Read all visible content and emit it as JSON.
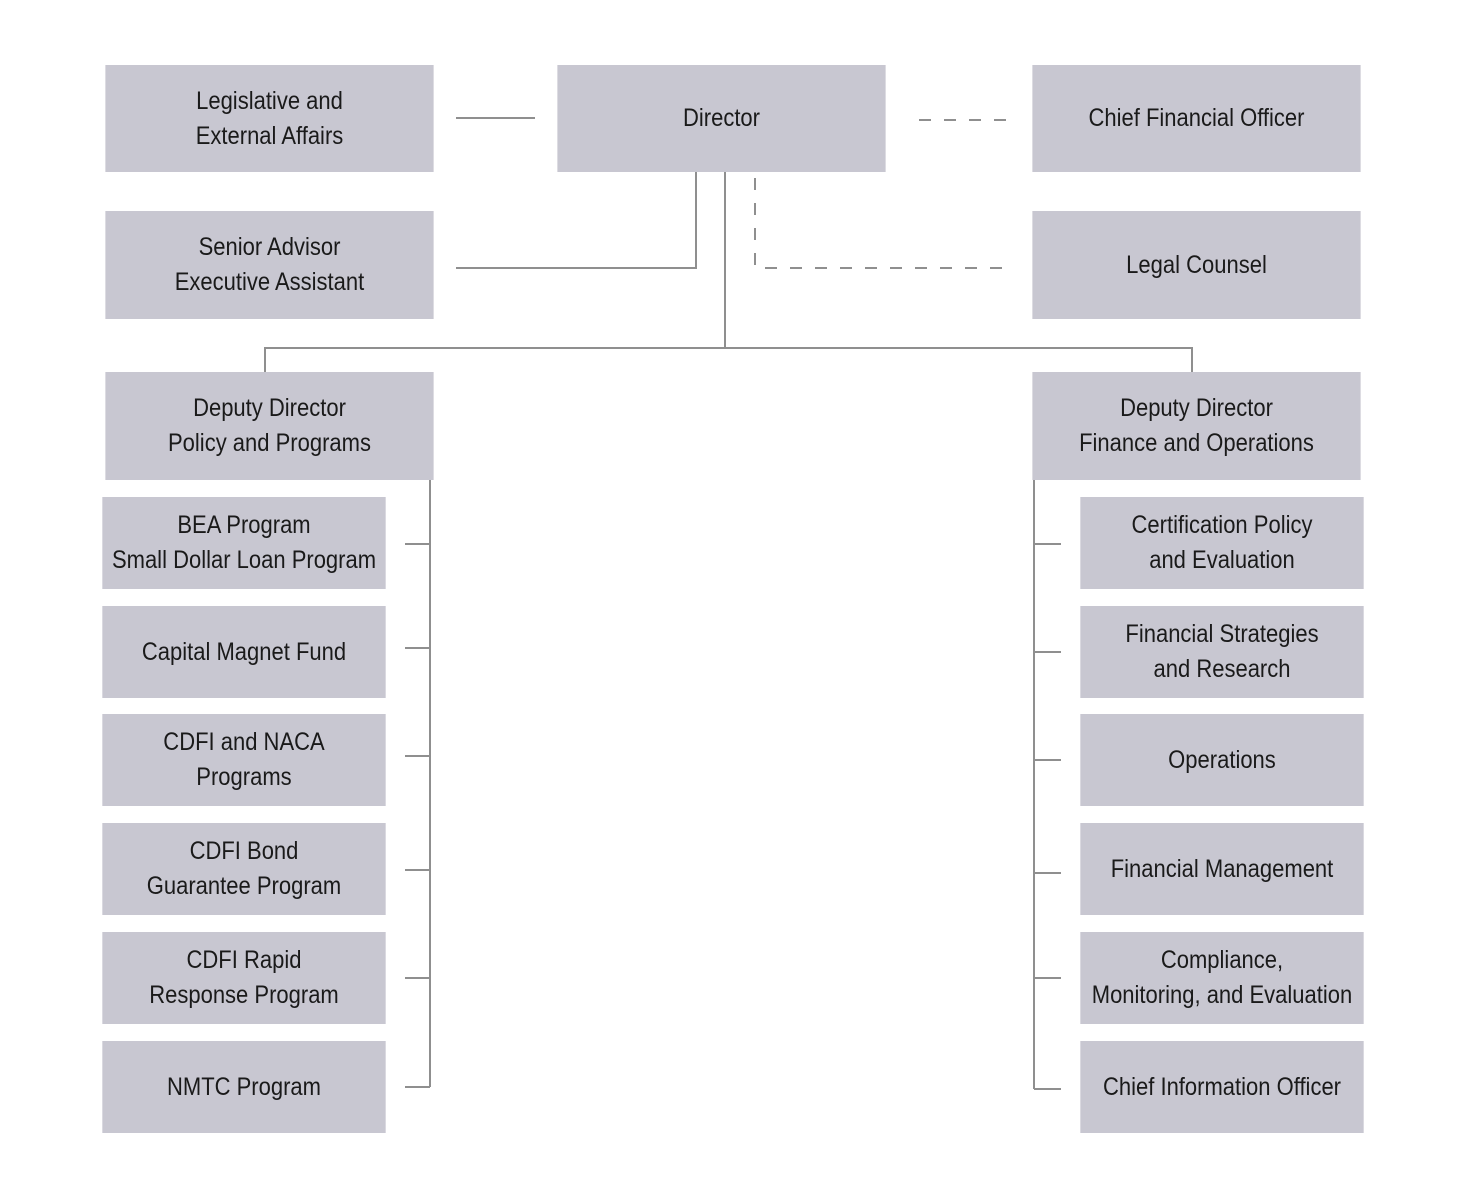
{
  "chart": {
    "top": {
      "director": {
        "lines": [
          "Director"
        ]
      },
      "legislative": {
        "lines": [
          "Legislative and",
          "External Affairs"
        ]
      },
      "senior_advisor": {
        "lines": [
          "Senior Advisor",
          "Executive Assistant"
        ]
      },
      "cfo": {
        "lines": [
          "Chief Financial Officer"
        ]
      },
      "legal": {
        "lines": [
          "Legal Counsel"
        ]
      }
    },
    "deputy_policy": {
      "lines": [
        "Deputy Director",
        "Policy and Programs"
      ],
      "units": [
        {
          "lines": [
            "BEA Program",
            "Small Dollar Loan Program"
          ]
        },
        {
          "lines": [
            "Capital Magnet Fund"
          ]
        },
        {
          "lines": [
            "CDFI and NACA",
            "Programs"
          ]
        },
        {
          "lines": [
            "CDFI Bond",
            "Guarantee Program"
          ]
        },
        {
          "lines": [
            "CDFI Rapid",
            "Response Program"
          ]
        },
        {
          "lines": [
            "NMTC Program"
          ]
        }
      ]
    },
    "deputy_finance": {
      "lines": [
        "Deputy Director",
        "Finance and Operations"
      ],
      "units": [
        {
          "lines": [
            "Certification Policy",
            "and Evaluation"
          ]
        },
        {
          "lines": [
            "Financial Strategies",
            "and Research"
          ]
        },
        {
          "lines": [
            "Operations"
          ]
        },
        {
          "lines": [
            "Financial Management"
          ]
        },
        {
          "lines": [
            "Compliance,",
            "Monitoring, and Evaluation"
          ]
        },
        {
          "lines": [
            "Chief Information Officer"
          ]
        }
      ]
    },
    "colors": {
      "box_fill": "#c8c7d1",
      "connector": "#8f8f8f",
      "text": "#1a1a1a"
    }
  }
}
